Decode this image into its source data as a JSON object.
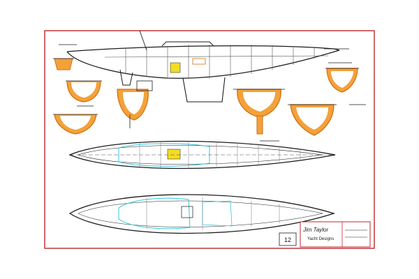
{
  "drawing": {
    "colors": {
      "frame": "#c0262b",
      "hull": "#1c1c1c",
      "section_fill": "#f4a13a",
      "section_outline": "#d26f10",
      "interior": "#33c6dc",
      "accent": "#f2dd22",
      "label_text": "#1a1a1a"
    },
    "title_block": {
      "logo_text": "Jim Taylor",
      "logo_subtext": "Yacht Designs",
      "sheet_number": "12"
    }
  }
}
